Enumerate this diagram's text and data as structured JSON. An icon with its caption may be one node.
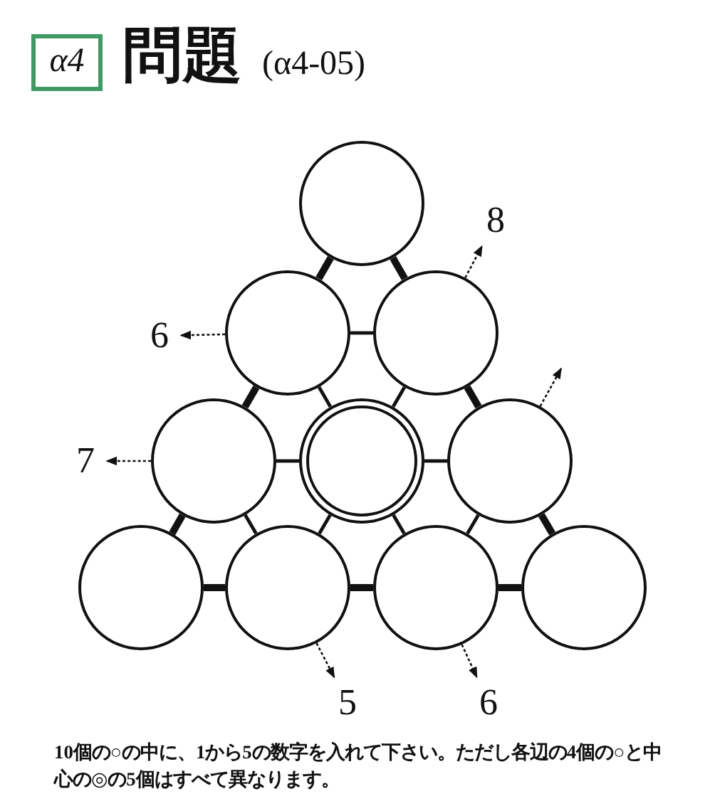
{
  "diagram": {
    "title": "問題",
    "caption": "10個の○の中に、1から5の数字を入れて下さい。ただし各辺の4個の○と中心の◎の5個はすべて異なります。",
    "nodes": [
      {
        "text": [],
        "shape": "circle"
      },
      {
        "text": [
          "8"
        ]
      },
      {
        "text": [
          "6"
        ]
      },
      {
        "text": [],
        "shape": "circle"
      },
      {
        "text": [],
        "shape": "circle"
      },
      {
        "text": [
          "7"
        ]
      },
      {
        "text": [],
        "shape": "circle"
      },
      {
        "text": [],
        "shape": "circle"
      },
      {
        "text": [],
        "shape": "circle"
      },
      {
        "text": [],
        "shape": "circle"
      },
      {
        "text": [],
        "shape": "circle"
      },
      {
        "text": [],
        "shape": "circle"
      },
      {
        "text": [],
        "shape": "circle"
      },
      {
        "text": [
          "5"
        ]
      },
      {
        "text": [
          "6"
        ]
      }
    ],
    "edges": [
      {
        "from": 0,
        "to": 3,
        "arrow": "none",
        "style": "thick"
      },
      {
        "from": 0,
        "to": 4,
        "arrow": "none",
        "style": "thick"
      },
      {
        "from": 3,
        "to": 4,
        "arrow": "none"
      },
      {
        "from": 3,
        "to": 6,
        "arrow": "none",
        "style": "thick"
      },
      {
        "from": 3,
        "to": 7,
        "arrow": "none"
      },
      {
        "from": 4,
        "to": 7,
        "arrow": "none"
      },
      {
        "from": 4,
        "to": 8,
        "arrow": "none",
        "style": "thick"
      },
      {
        "from": 6,
        "to": 7,
        "arrow": "none"
      },
      {
        "from": 7,
        "to": 8,
        "arrow": "none"
      },
      {
        "from": 6,
        "to": 9,
        "arrow": "none",
        "style": "thick"
      },
      {
        "from": 6,
        "to": 10,
        "arrow": "none"
      },
      {
        "from": 7,
        "to": 10,
        "arrow": "none"
      },
      {
        "from": 7,
        "to": 11,
        "arrow": "none"
      },
      {
        "from": 8,
        "to": 11,
        "arrow": "none"
      },
      {
        "from": 8,
        "to": 12,
        "arrow": "none",
        "style": "thick"
      },
      {
        "from": 9,
        "to": 10,
        "arrow": "none",
        "style": "thick"
      },
      {
        "from": 10,
        "to": 11,
        "arrow": "none",
        "style": "thick"
      },
      {
        "from": 11,
        "to": 12,
        "arrow": "none",
        "style": "thick"
      },
      {
        "from": 4,
        "to": 1,
        "arrow": "to",
        "style": "dashed"
      },
      {
        "from": 3,
        "to": 2,
        "arrow": "to",
        "style": "dashed"
      },
      {
        "from": 6,
        "to": 5,
        "arrow": "to",
        "style": "dashed"
      },
      {
        "from": 8,
        "to": null,
        "arrow": "to",
        "style": "dashed"
      },
      {
        "from": 10,
        "to": 13,
        "arrow": "to",
        "style": "dashed"
      },
      {
        "from": 11,
        "to": 14,
        "arrow": "to",
        "style": "dashed"
      }
    ],
    "labels": [
      "α4",
      "(α4-05)"
    ]
  }
}
